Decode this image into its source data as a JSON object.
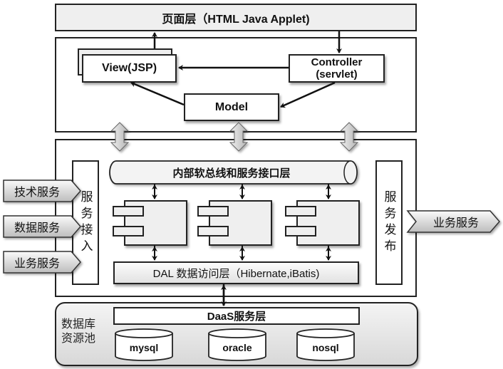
{
  "page_layer": {
    "label": "页面层（HTML Java Applet)"
  },
  "mvc": {
    "view": "View(JSP)",
    "controller_line1": "Controller",
    "controller_line2": "(servlet)",
    "model": "Model"
  },
  "service_layer": {
    "bus": "内部软总线和服务接口层",
    "access": "服务接入",
    "publish": "服务发布",
    "dal": "DAL 数据访问层（Hibernate,iBatis)",
    "inputs": [
      "技术服务",
      "数据服务",
      "业务服务"
    ],
    "output": "业务服务",
    "components_count": 3
  },
  "database_pool": {
    "label_line1": "数据库",
    "label_line2": "资源池",
    "daas": "DaaS服务层",
    "databases": [
      "mysql",
      "oracle",
      "nosql"
    ]
  },
  "colors": {
    "border": "#222222",
    "panel_fill": "#efefef",
    "arrow_gray": "#c8c8c8"
  }
}
